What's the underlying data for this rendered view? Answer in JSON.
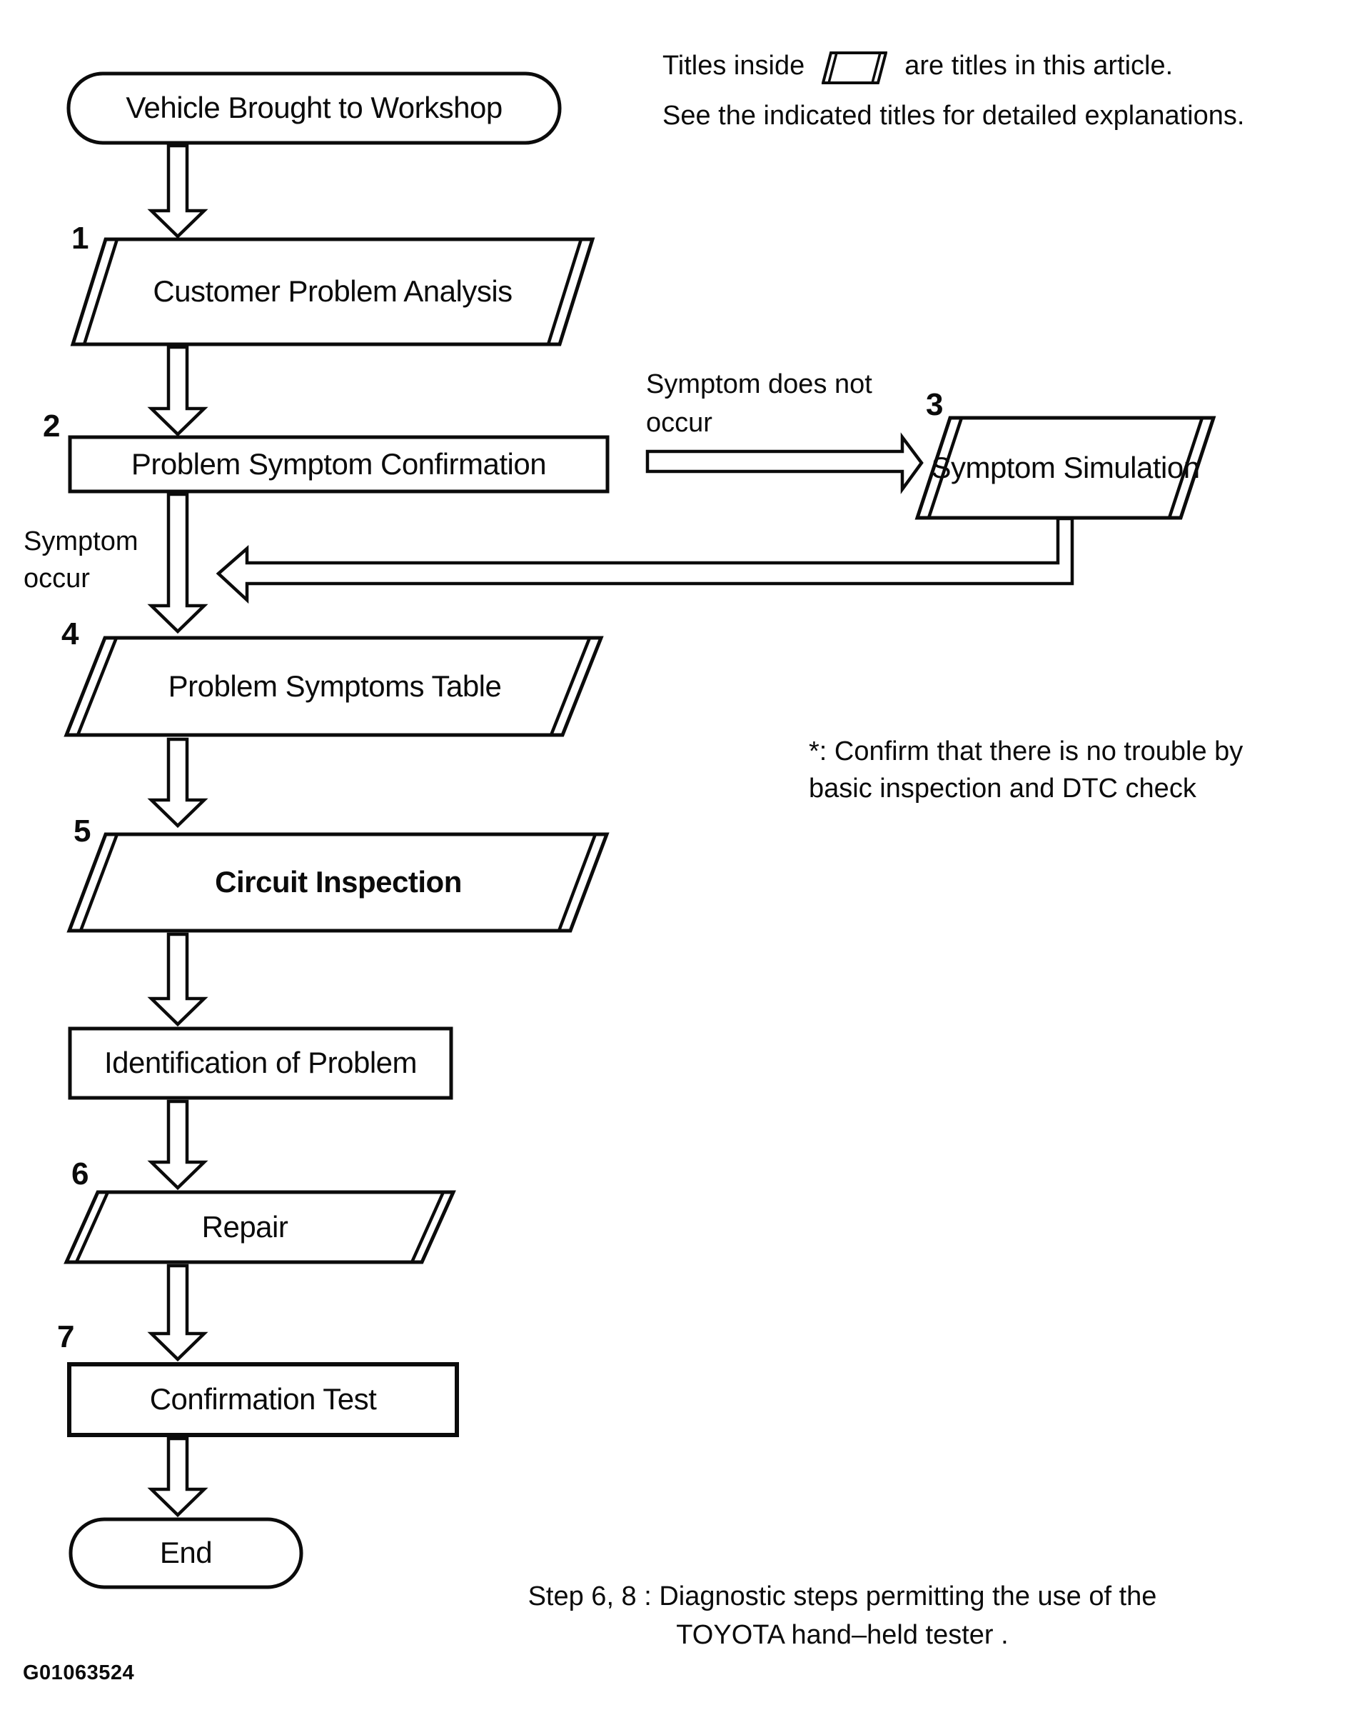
{
  "figure": {
    "code": "G01063524"
  },
  "colors": {
    "ink": "#0b0b0b",
    "paper": "#ffffff"
  },
  "legend": {
    "line1_before_icon": "Titles inside",
    "line1_after_icon": "are titles in this article.",
    "line2": "See the indicated titles for detailed explanations.",
    "icon": "parallelogram-icon"
  },
  "annotations": {
    "no_symptom": [
      "Symptom does not",
      "occur"
    ],
    "symptom": [
      "Symptom",
      "occur"
    ],
    "note": [
      "*: Confirm that there is no trouble by",
      "basic inspection and DTC check"
    ],
    "footer": [
      "Step 6, 8 : Diagnostic steps permitting the use of the",
      "TOYOTA hand–held tester ."
    ]
  },
  "nodes": {
    "start": {
      "label": "Vehicle Brought to Workshop",
      "shape": "terminator"
    },
    "step1": {
      "num": "1",
      "label": "Customer Problem Analysis",
      "shape": "parallelogram"
    },
    "step2": {
      "num": "2",
      "label": "Problem Symptom Confirmation",
      "shape": "process"
    },
    "step3": {
      "num": "3",
      "label": "Symptom Simulation",
      "shape": "parallelogram"
    },
    "step4": {
      "num": "4",
      "label": "Problem Symptoms Table",
      "shape": "parallelogram"
    },
    "step5": {
      "num": "5",
      "label": "Circuit Inspection",
      "shape": "parallelogram"
    },
    "identification": {
      "label": "Identification of Problem",
      "shape": "process"
    },
    "step6": {
      "num": "6",
      "label": "Repair",
      "shape": "parallelogram"
    },
    "step7": {
      "num": "7",
      "label": "Confirmation Test",
      "shape": "process"
    },
    "end": {
      "label": "End",
      "shape": "terminator"
    }
  }
}
